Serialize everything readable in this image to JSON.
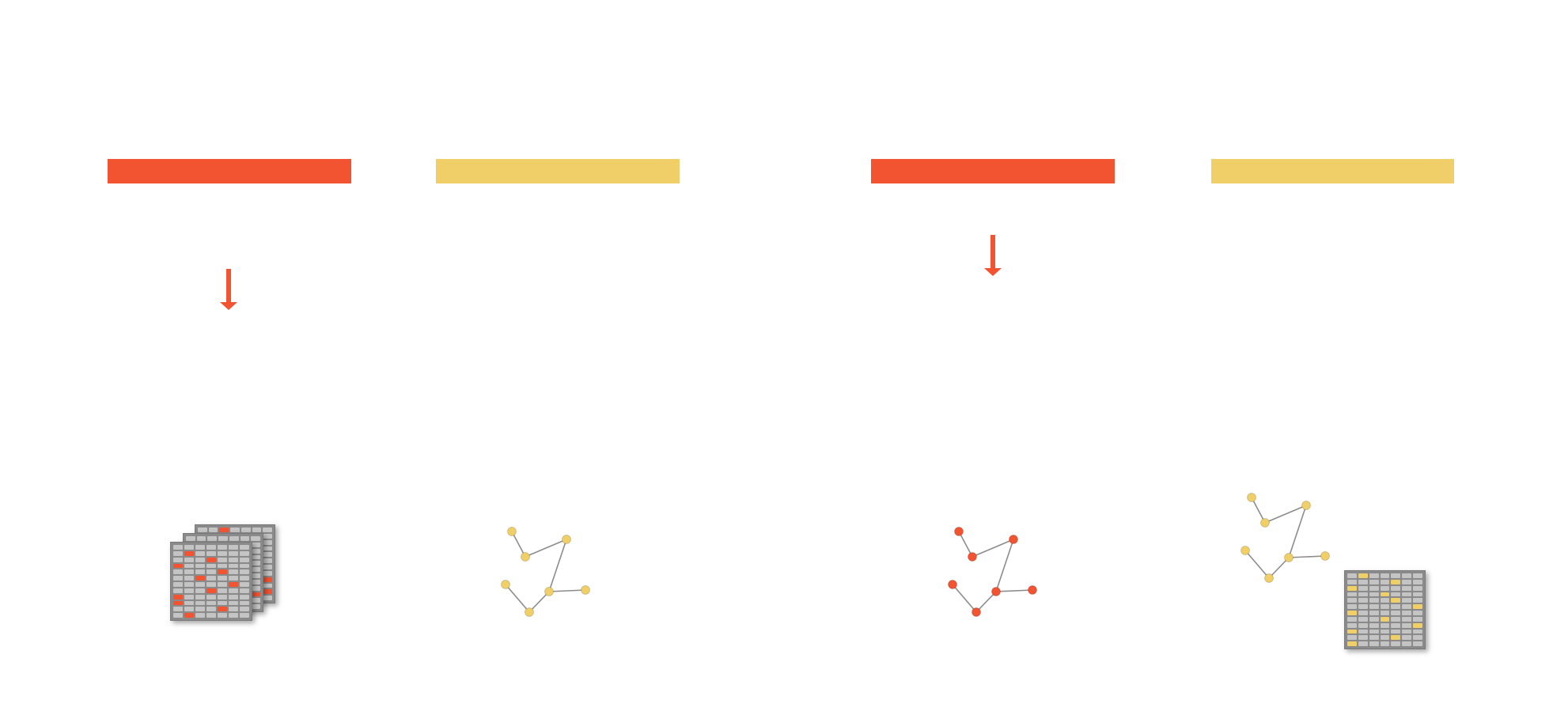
{
  "colors": {
    "red": "#F25432",
    "yellow": "#F0CF68",
    "grid_bg": "#8a8a8a",
    "grid_cell": "#c4c4c4",
    "edge": "#8c8c8c",
    "background": "#ffffff"
  },
  "columns": [
    {
      "id": "col1",
      "bar_color": "red",
      "has_arrow": true,
      "icon": "stacked-matrix-icon",
      "highlight": "red"
    },
    {
      "id": "col2",
      "bar_color": "yellow",
      "has_arrow": false,
      "icon": "graph-icon",
      "node_color": "yellow"
    },
    {
      "id": "col3",
      "bar_color": "red",
      "has_arrow": true,
      "icon": "graph-icon",
      "node_color": "red"
    },
    {
      "id": "col4",
      "bar_color": "yellow",
      "has_arrow": false,
      "icon": "graph-and-matrix-icon",
      "node_color": "yellow",
      "highlight": "yellow"
    }
  ]
}
